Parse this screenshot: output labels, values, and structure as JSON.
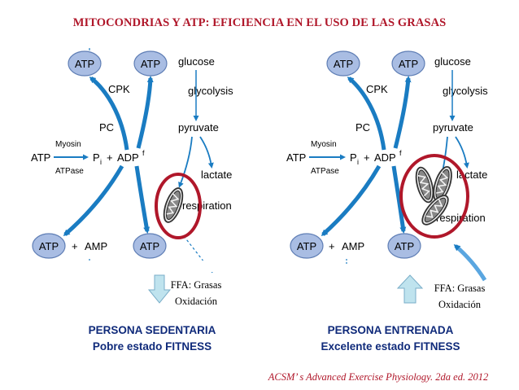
{
  "title": "MITOCONDRIAS Y ATP: EFICIENCIA EN EL USO DE LAS GRASAS",
  "colors": {
    "title": "#b0172a",
    "arrow": "#1a7cc2",
    "bubble": "#a9bde3",
    "oval": "#b0172a",
    "person": "#0f2a7a"
  },
  "diagram_labels": {
    "atp": "ATP",
    "cpk": "CPK",
    "pc": "PC",
    "glucose": "glucose",
    "glycolysis": "glycolysis",
    "pyruvate": "pyruvate",
    "lactate": "lactate",
    "respiration": "respiration",
    "myosin": "Myosin",
    "atpase": "ATPase",
    "pi_p": "P",
    "pi_sub": "i",
    "plus": "+",
    "adp": "ADP",
    "adp_sub": "f",
    "amp": "AMP"
  },
  "left": {
    "ffa_line1": "FFA: Grasas",
    "ffa_line2": "Oxidación",
    "person_line1": "PERSONA SEDENTARIA",
    "person_line2": "Pobre estado FITNESS"
  },
  "right": {
    "ffa_line1": "FFA: Grasas",
    "ffa_line2": "Oxidación",
    "person_line1": "PERSONA ENTRENADA",
    "person_line2": "Excelente estado FITNESS"
  },
  "reference": "ACSM’ s Advanced Exercise Physiology. 2da ed. 2012",
  "icons": [
    "mitochondrion-icon",
    "up-arrow-icon",
    "down-arrow-icon"
  ]
}
